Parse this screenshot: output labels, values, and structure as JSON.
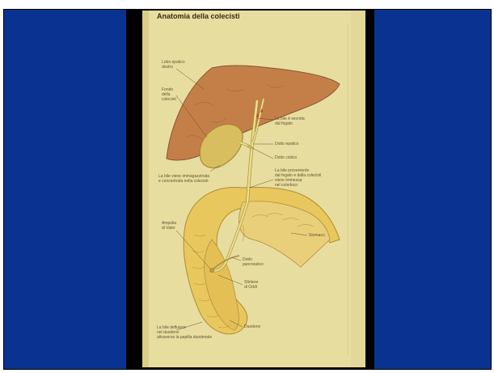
{
  "slide": {
    "title": "Anatomia della colecisti",
    "labels": {
      "lobo": "Lobo epatico\ndestro",
      "fondo": "Fondo\ndella\ncolecisti",
      "bile_secreta": "La bile è secreta\ndal fegato",
      "dotto_epatico": "Dotto epatico",
      "dotto_cistico": "Dotto cistico",
      "bile_immagazzinata": "La bile viene immagazzinata\ne concentrata nella colecisti",
      "bile_proveniente": "La bile proveniente\ndal fegato e dalla colecisti\nviene immessa\nnel coledoco",
      "ampolla": "Ampolla\ndi Vater",
      "stomaco": "Stomaco",
      "dotto_pancreatico": "Dotto\npancreatico",
      "sfintere": "Sfintere\ndi Oddi",
      "duodeno": "Duodeno",
      "bile_defluisce": "La bile defluisce\nnel duodeno\nattraverso la papilla duodenale"
    }
  },
  "colors": {
    "slide_background": "#0a3391",
    "film": "#e7dd9f",
    "liver": "#c47f49",
    "gallbladder": "#d9be60",
    "duct": "#eadf8a",
    "duodenum": "#e8c85c",
    "label_text": "#4f3a1c"
  }
}
